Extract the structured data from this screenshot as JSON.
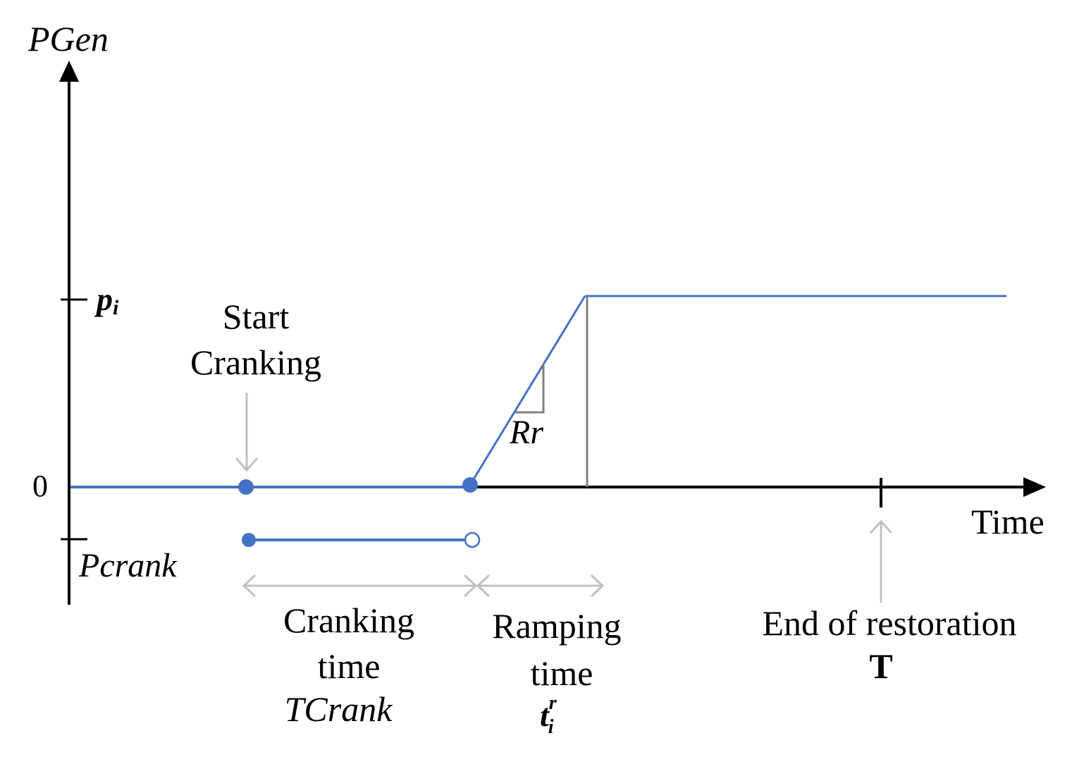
{
  "axes": {
    "y_label": "PGen",
    "x_label": "Time",
    "zero_label": "0",
    "p_label_main": "p",
    "p_label_sub": "i",
    "pcrank_label": "Pcrank"
  },
  "annotations": {
    "start_line1": "Start",
    "start_line2": "Cranking",
    "ramp_rate": "Rr",
    "cranking_line1": "Cranking",
    "cranking_line2": "time",
    "cranking_line3": "TCrank",
    "ramping_line1": "Ramping",
    "ramping_line2": "time",
    "ramping_sym_main": "t",
    "ramping_sym_sub": "i",
    "ramping_sym_sup": "r",
    "end_line1": "End of restoration",
    "end_line2": "T"
  },
  "colors": {
    "series": "#4472c4",
    "axis": "#000000",
    "annotation_arrow": "#c0c0c0",
    "guide": "#808080"
  }
}
